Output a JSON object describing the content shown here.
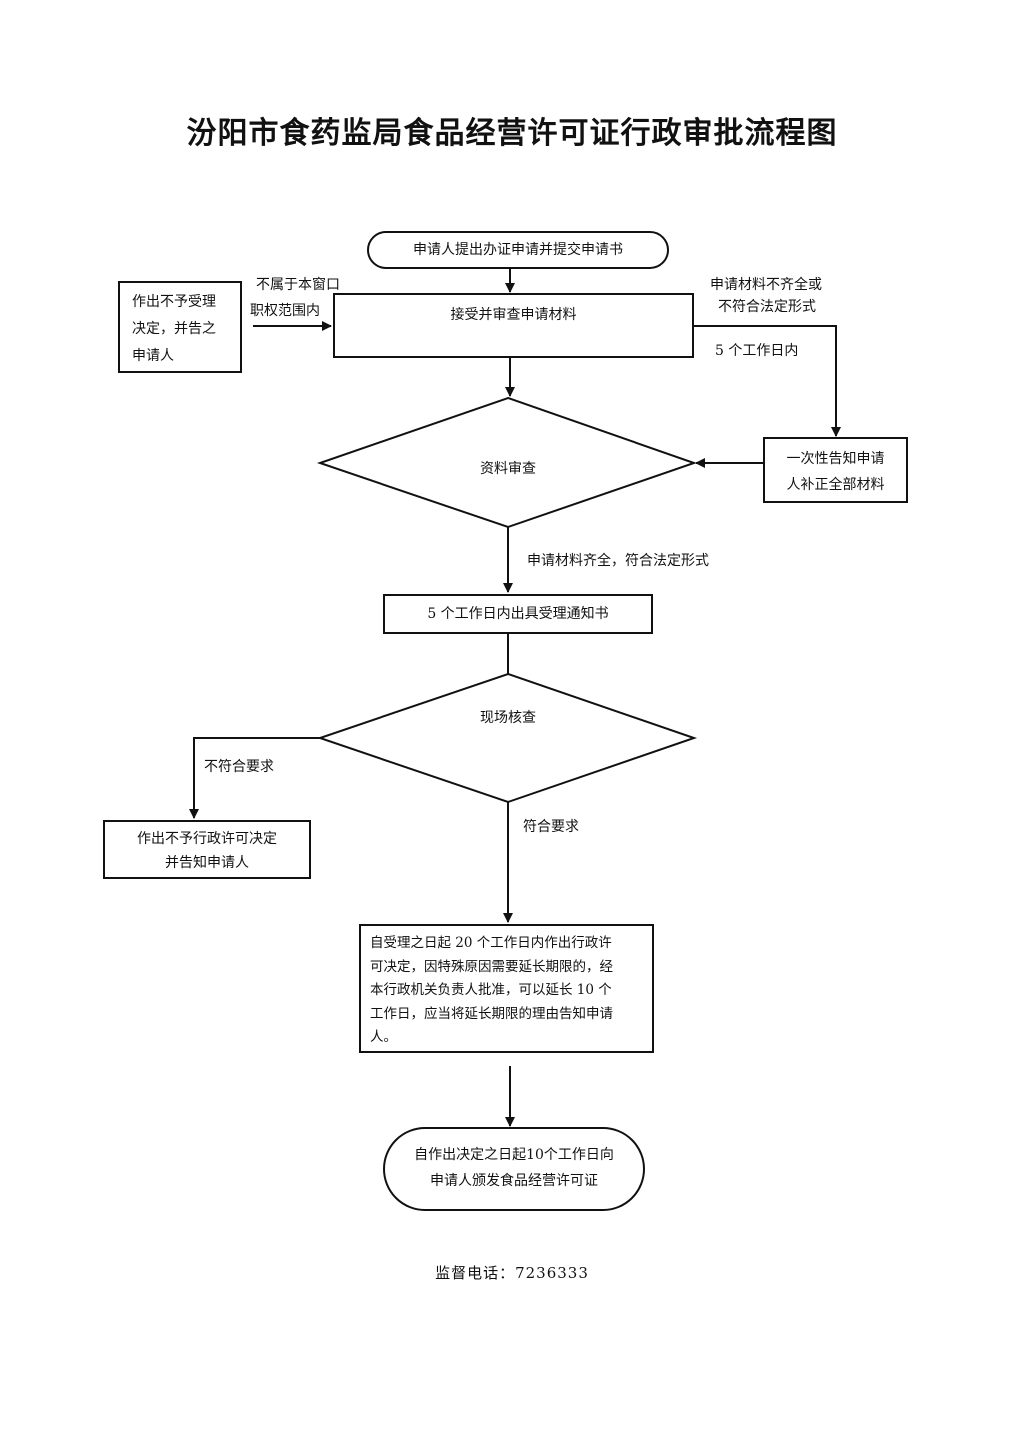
{
  "title": "汾阳市食药监局食品经营许可证行政审批流程图",
  "nodes": {
    "start": "申请人提出办证申请并提交申请书",
    "receive": "接受并审查申请材料",
    "reject_scope": [
      "作出不予受理",
      "决定，并告之",
      "申请人"
    ],
    "material_review": "资料审查",
    "supplement": [
      "一次性告知申请",
      "人补正全部材料"
    ],
    "acceptance_notice": "5 个工作日内出具受理通知书",
    "onsite_check": "现场核查",
    "reject_license": [
      "作出不予行政许可决定",
      "并告知申请人"
    ],
    "decision": [
      "自受理之日起 20 个工作日内作出行政许",
      "可决定，因特殊原因需要延长期限的，经",
      "本行政机关负责人批准，可以延长 10 个",
      "工作日，应当将延长期限的理由告知申请",
      "人。"
    ],
    "issue": [
      "自作出决定之日起10个工作日向",
      "申请人颁发食品经营许可证"
    ]
  },
  "edge_labels": {
    "not_in_scope": [
      "不属于本窗口",
      "职权范围内"
    ],
    "incomplete": [
      "申请材料不齐全或",
      "不符合法定形式"
    ],
    "five_days": "5 个工作日内",
    "complete": "申请材料齐全，符合法定形式",
    "not_meet": "不符合要求",
    "meet": "符合要求"
  },
  "footer": "监督电话：7236333"
}
